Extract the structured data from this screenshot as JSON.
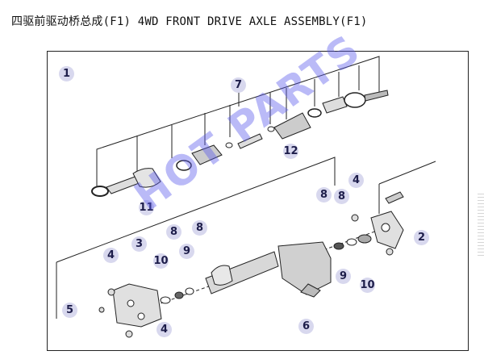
{
  "header": {
    "title": "四驱前驱动桥总成(F1) 4WD FRONT DRIVE AXLE ASSEMBLY(F1)"
  },
  "diagram": {
    "callouts": [
      "1",
      "2",
      "3",
      "4",
      "4",
      "4",
      "5",
      "6",
      "7",
      "8",
      "8",
      "8",
      "8",
      "9",
      "9",
      "10",
      "10",
      "11",
      "12"
    ],
    "watermark": "HOT PARTS"
  },
  "colors": {
    "callout_fill": "#d8d8ee",
    "callout_text": "#1d1d4a",
    "watermark": "#5a5aeb"
  }
}
